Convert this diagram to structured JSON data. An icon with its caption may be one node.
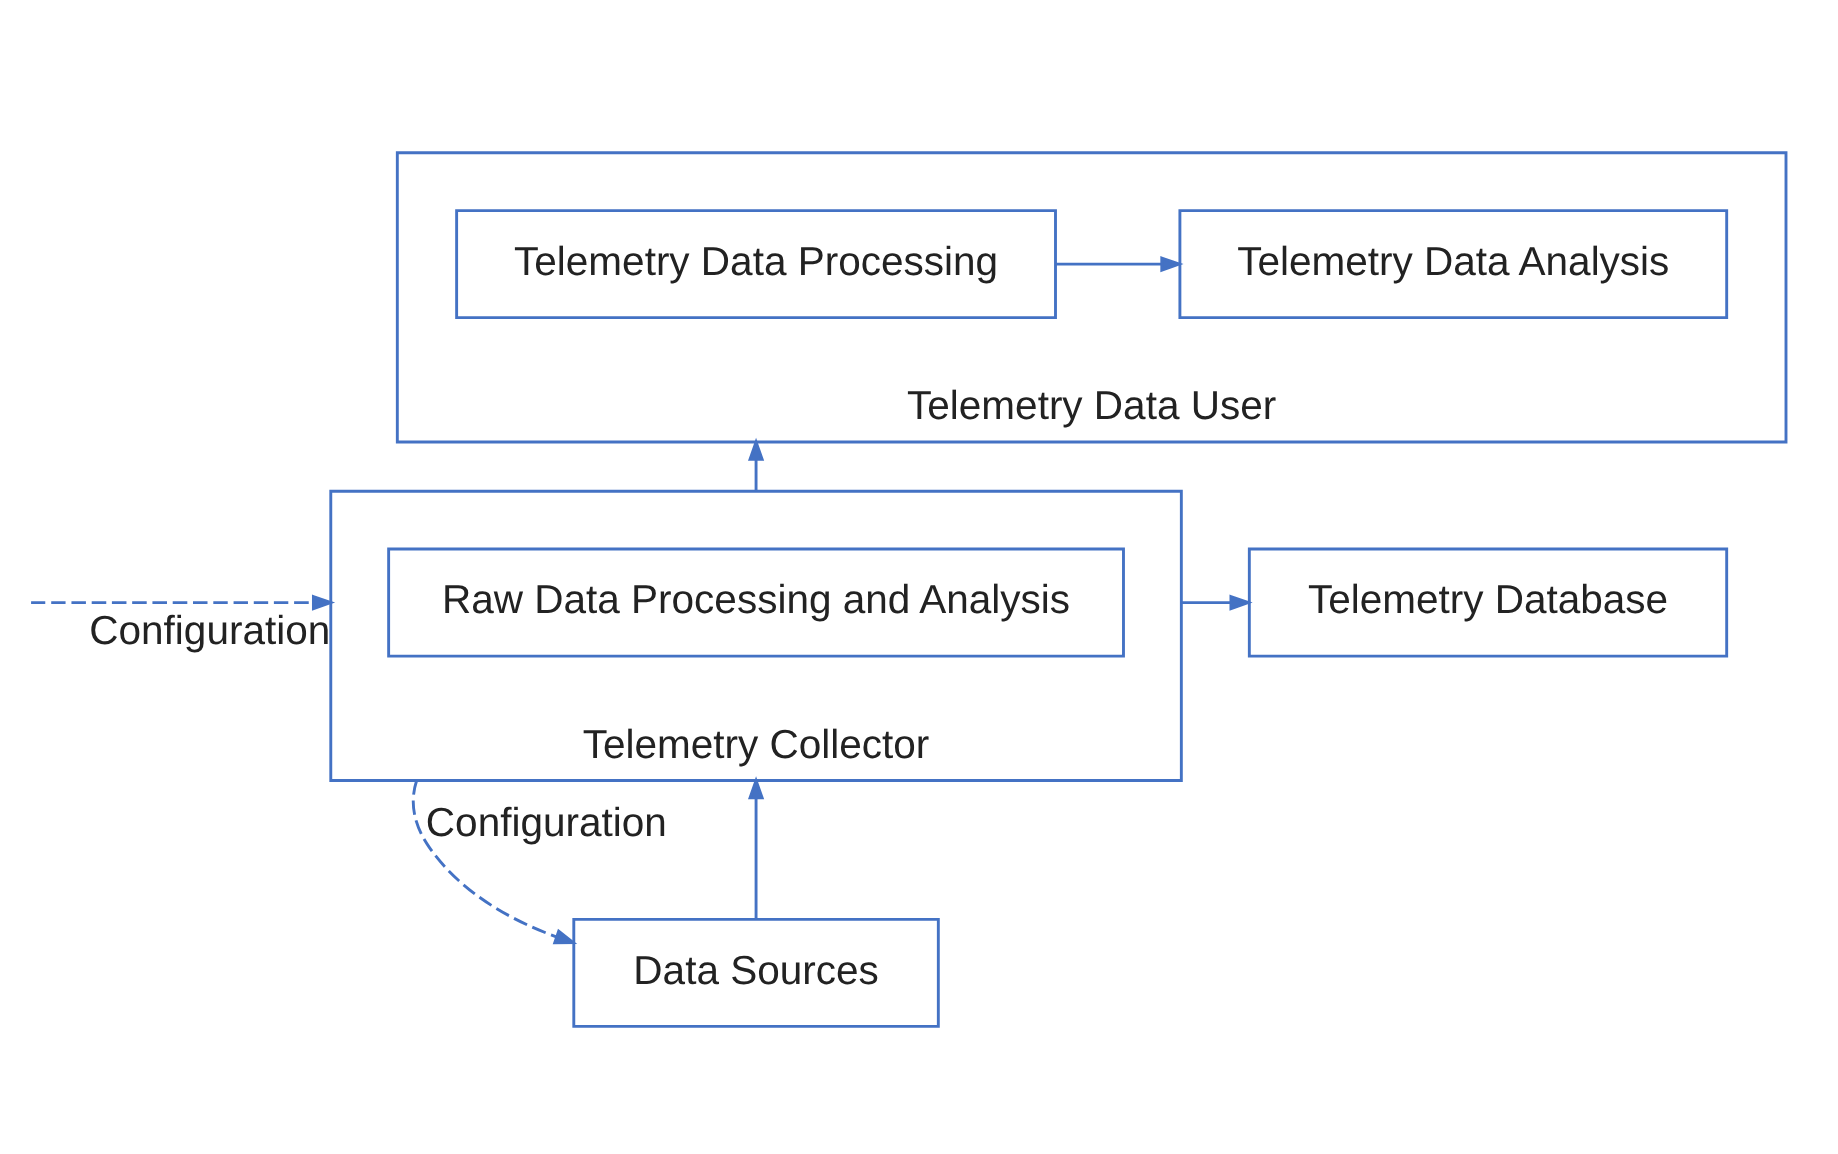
{
  "diagram": {
    "nodes": [
      {
        "text": [
          "Telemetry Data User"
        ]
      },
      {
        "text": [
          "Telemetry Data Processing"
        ],
        "in": 0
      },
      {
        "text": [
          "Telemetry Data Analysis"
        ],
        "in": 0
      },
      {
        "text": [
          "Telemetry Collector"
        ]
      },
      {
        "text": [
          "Raw Data Processing and Analysis"
        ],
        "in": 3
      },
      {
        "text": [
          "Telemetry Database"
        ]
      },
      {
        "text": [
          "Data Sources"
        ]
      }
    ],
    "edges": [
      {
        "from": 1,
        "to": 2,
        "arrow": "to"
      },
      {
        "from": 3,
        "to": 0,
        "arrow": "to"
      },
      {
        "from": 3,
        "to": 5,
        "arrow": "to"
      },
      {
        "from": null,
        "to": 3,
        "arrow": "to",
        "style": "dashed",
        "label": "Configuration"
      },
      {
        "from": 3,
        "to": 6,
        "arrow": "to",
        "style": "dashed",
        "label": "Configuration"
      },
      {
        "from": 6,
        "to": 3,
        "arrow": "to"
      }
    ]
  }
}
